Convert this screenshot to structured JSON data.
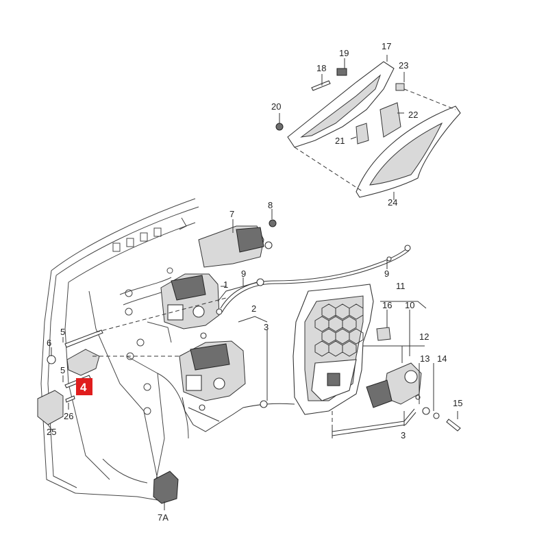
{
  "callouts": [
    {
      "id": "1",
      "text": "1"
    },
    {
      "id": "2",
      "text": "2"
    },
    {
      "id": "3a",
      "text": "3"
    },
    {
      "id": "3b",
      "text": "3"
    },
    {
      "id": "4",
      "text": "4"
    },
    {
      "id": "5a",
      "text": "5"
    },
    {
      "id": "5b",
      "text": "5"
    },
    {
      "id": "6",
      "text": "6"
    },
    {
      "id": "7",
      "text": "7"
    },
    {
      "id": "7A",
      "text": "7A"
    },
    {
      "id": "8",
      "text": "8"
    },
    {
      "id": "9a",
      "text": "9"
    },
    {
      "id": "9b",
      "text": "9"
    },
    {
      "id": "10",
      "text": "10"
    },
    {
      "id": "11",
      "text": "11"
    },
    {
      "id": "12",
      "text": "12"
    },
    {
      "id": "13",
      "text": "13"
    },
    {
      "id": "14",
      "text": "14"
    },
    {
      "id": "15",
      "text": "15"
    },
    {
      "id": "16",
      "text": "16"
    },
    {
      "id": "17",
      "text": "17"
    },
    {
      "id": "18",
      "text": "18"
    },
    {
      "id": "19",
      "text": "19"
    },
    {
      "id": "20",
      "text": "20"
    },
    {
      "id": "21",
      "text": "21"
    },
    {
      "id": "22",
      "text": "22"
    },
    {
      "id": "23",
      "text": "23"
    },
    {
      "id": "24",
      "text": "24"
    },
    {
      "id": "25",
      "text": "25"
    },
    {
      "id": "26",
      "text": "26"
    }
  ],
  "highlight": {
    "text": "4",
    "color": "#e01d1d"
  }
}
